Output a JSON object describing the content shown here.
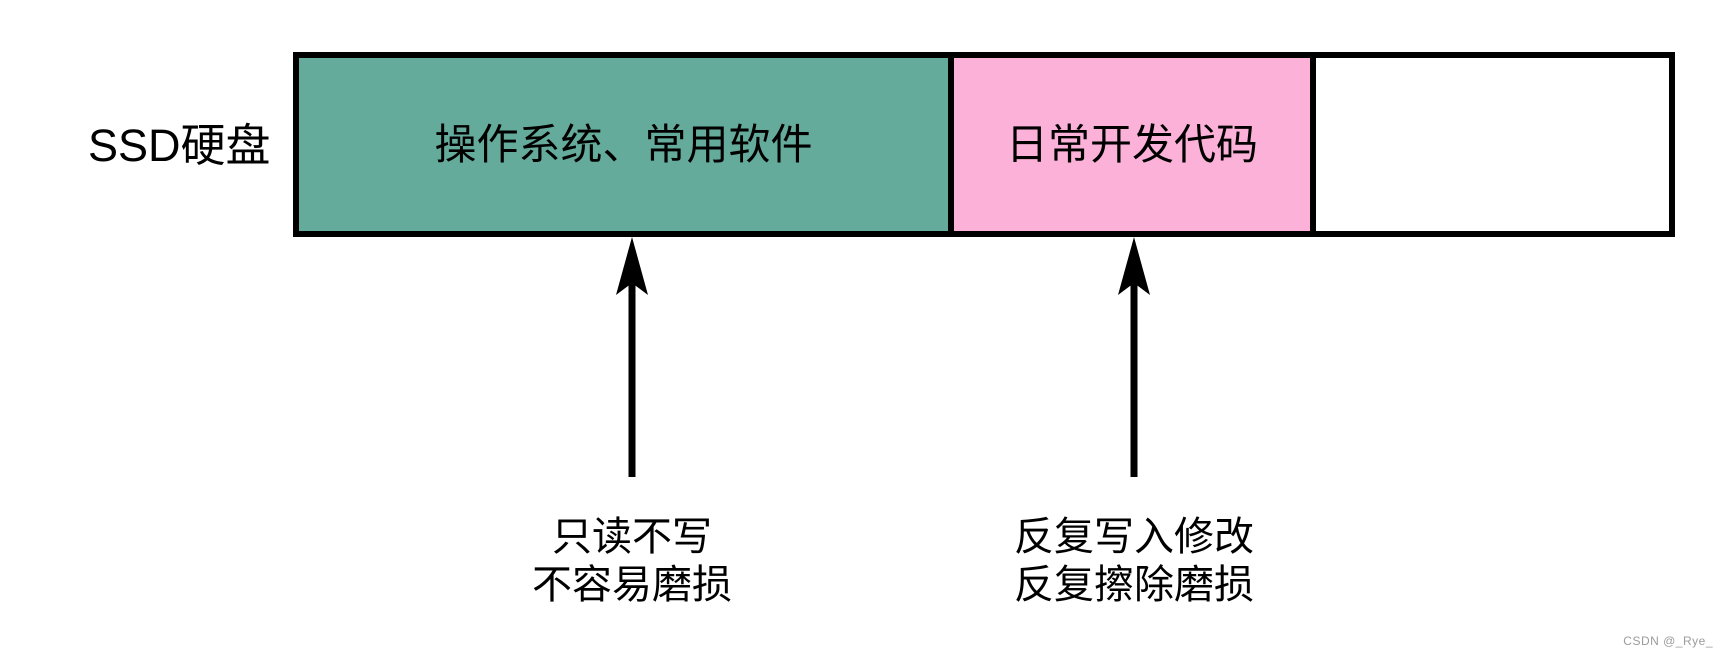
{
  "diagram": {
    "disk_label": "SSD硬盘",
    "bar": {
      "border_color": "#000000",
      "segments": [
        {
          "label": "操作系统、常用软件",
          "color": "#65ab9c",
          "width_pct": 47.8
        },
        {
          "label": "日常开发代码",
          "color": "#fbb1d8",
          "width_pct": 26.2
        },
        {
          "label": "",
          "color": "#ffffff",
          "width_pct": 26.0
        }
      ]
    },
    "arrows": {
      "color": "#000000",
      "direction": "up"
    },
    "callouts": [
      {
        "lines": [
          "只读不写",
          "不容易磨损"
        ]
      },
      {
        "lines": [
          "反复写入修改",
          "反复擦除磨损"
        ]
      }
    ]
  },
  "watermark": {
    "text": "CSDN @_Rye_",
    "color": "#9b9b9b"
  }
}
